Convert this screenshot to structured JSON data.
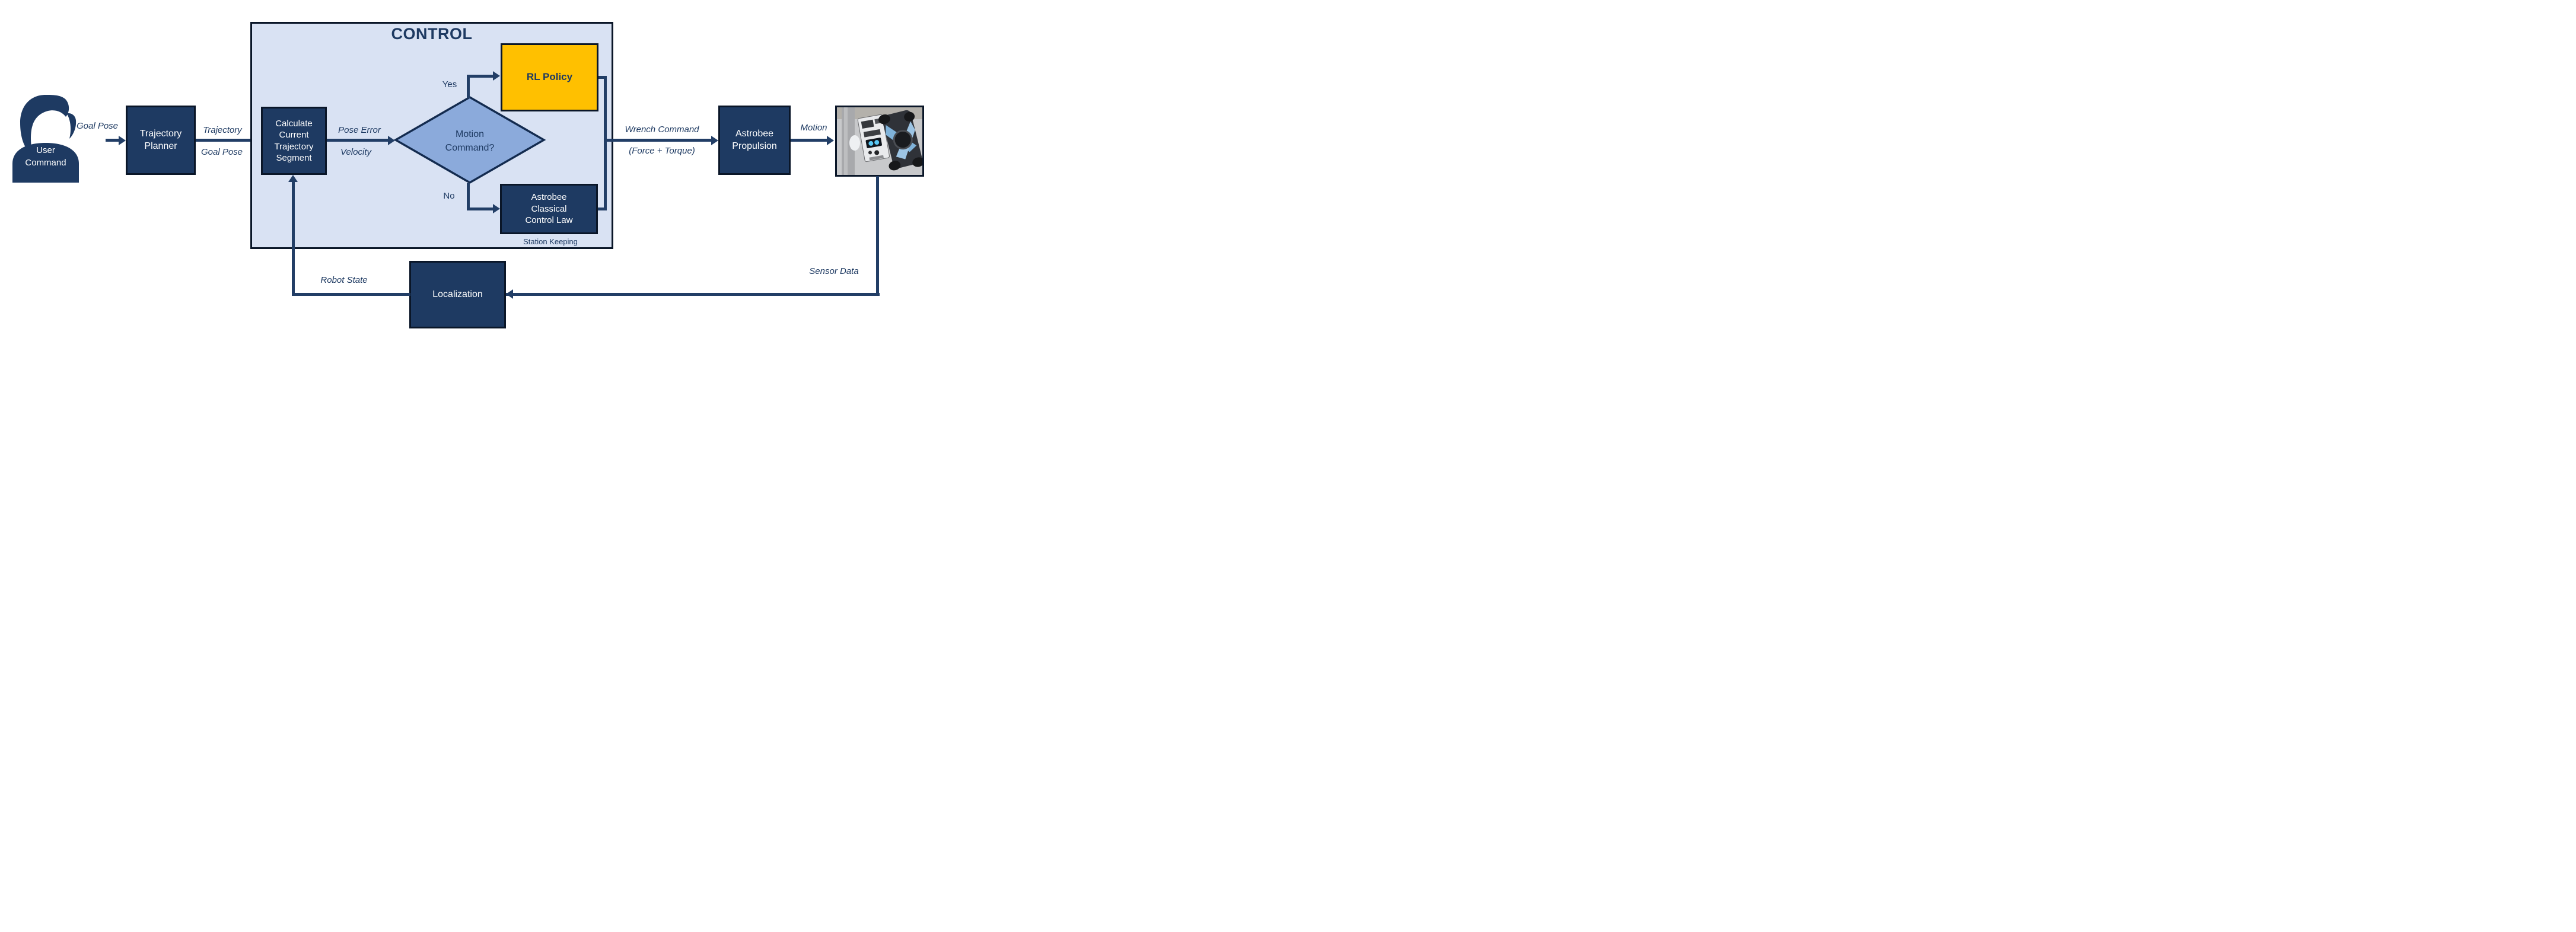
{
  "colors": {
    "node_fill": "#1e3a62",
    "node_border": "#0a1628",
    "panel_fill": "#d9e2f3",
    "diamond_fill": "#8baadb",
    "gold_fill": "#ffc000",
    "connector": "#223e66",
    "node_text": "#ffffff"
  },
  "control_panel": {
    "title": "CONTROL",
    "station_keeping": "Station Keeping"
  },
  "nodes": {
    "user_command": {
      "line1": "User",
      "line2": "Command"
    },
    "trajectory_planner": {
      "line1": "Trajectory",
      "line2": "Planner"
    },
    "calculate_segment": {
      "line1": "Calculate",
      "line2": "Current",
      "line3": "Trajectory",
      "line4": "Segment"
    },
    "motion_command_decision": {
      "line1": "Motion",
      "line2": "Command?"
    },
    "rl_policy": {
      "label": "RL Policy"
    },
    "classical_control": {
      "line1": "Astrobee",
      "line2": "Classical",
      "line3": "Control Law"
    },
    "astrobee_propulsion": {
      "line1": "Astrobee",
      "line2": "Propulsion"
    },
    "localization": {
      "label": "Localization"
    }
  },
  "edge_labels": {
    "goal_pose_in": "Goal Pose",
    "trajectory": "Trajectory",
    "goal_pose_mid": "Goal Pose",
    "pose_error": "Pose Error",
    "velocity": "Velocity",
    "yes": "Yes",
    "no": "No",
    "wrench_command": "Wrench Command",
    "force_torque": "(Force + Torque)",
    "motion": "Motion",
    "sensor_data": "Sensor Data",
    "robot_state": "Robot State"
  },
  "icons": {
    "user": "user-silhouette-icon",
    "astrobee": "astrobee-robot-photo"
  }
}
